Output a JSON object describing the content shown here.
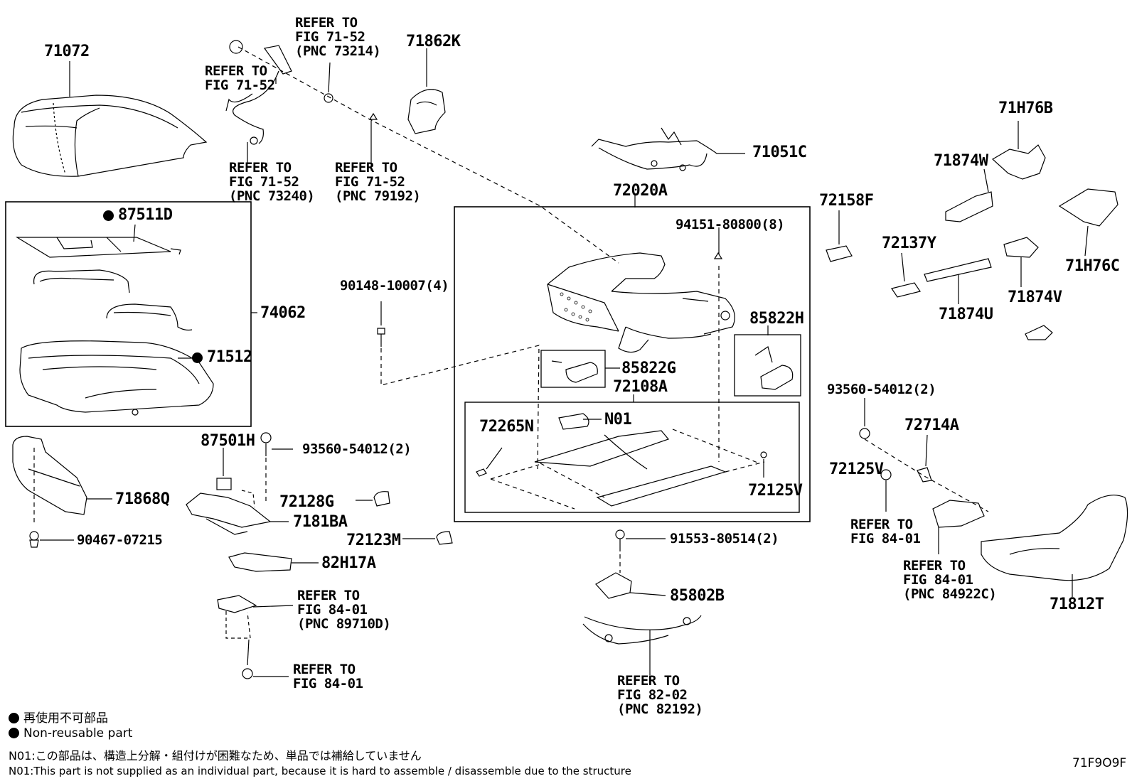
{
  "parts": {
    "p71072": "71072",
    "p71862K": "71862K",
    "p71051C": "71051C",
    "p72020A": "72020A",
    "p72158F": "72158F",
    "p71H76B": "71H76B",
    "p71874W": "71874W",
    "p72137Y": "72137Y",
    "p71H76C": "71H76C",
    "p71874V": "71874V",
    "p71874U": "71874U",
    "p87511D": "87511D",
    "p74062": "74062",
    "p71512": "71512",
    "p94151": "94151-80800(8)",
    "p90148": "90148-10007(4)",
    "p85822H": "85822H",
    "p85822G": "85822G",
    "p72108A": "72108A",
    "pN01": "N01",
    "p72265N": "72265N",
    "p72125V_in": "72125V",
    "p93560_r": "93560-54012(2)",
    "p72714A": "72714A",
    "p72125V_r": "72125V",
    "p87501H": "87501H",
    "p93560_l": "93560-54012(2)",
    "p71868Q": "71868Q",
    "p72128G": "72128G",
    "p7181BA": "7181BA",
    "p90467": "90467-07215",
    "p72123M": "72123M",
    "p82H17A": "82H17A",
    "p91553": "91553-80514(2)",
    "p85802B": "85802B",
    "p71812T": "71812T"
  },
  "refs": {
    "r1": "REFER TO\nFIG 71-52\n(PNC 73214)",
    "r2": "REFER TO\nFIG 71-52",
    "r3": "REFER TO\nFIG 71-52\n(PNC 73240)",
    "r4": "REFER TO\nFIG 71-52\n(PNC 79192)",
    "r5": "REFER TO\nFIG 84-01",
    "r6": "REFER TO\nFIG 84-01\n(PNC 84922C)",
    "r7": "REFER TO\nFIG 84-01\n(PNC 89710D)",
    "r8": "REFER TO\nFIG 84-01",
    "r9": "REFER TO\nFIG 82-02\n(PNC 82192)"
  },
  "legend": {
    "nonreusable_jp": "再使用不可部品",
    "nonreusable_en": "Non-reusable part",
    "n01_jp": "N01:この部品は、構造上分解・組付けが困難なため、単品では補給していません",
    "n01_en": "N01:This part is not supplied as an individual part, because it is hard to assemble / disassemble due to the structure"
  },
  "figure_code": "71F9O9F"
}
